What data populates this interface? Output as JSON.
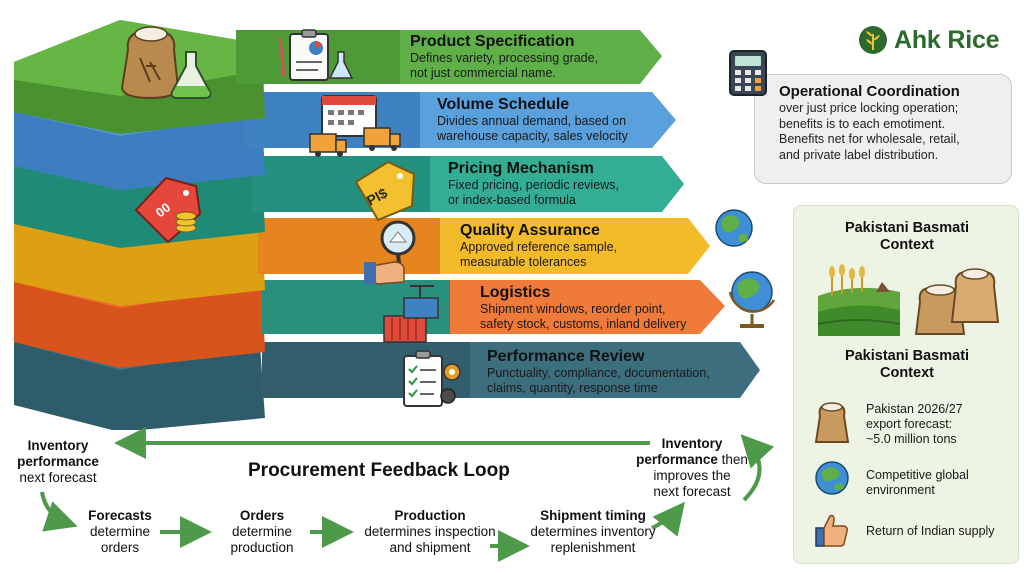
{
  "brand": {
    "name": "Ahk Rice"
  },
  "layers": [
    {
      "title": "Product Specification",
      "desc_lines": [
        "Defines variety, processing grade,",
        "not just commercial name."
      ],
      "color": "#5aa83c"
    },
    {
      "title": "Volume Schedule",
      "desc_lines": [
        "Divides annual demand, based on",
        "warehouse capacity, sales velocity"
      ],
      "color": "#4d8fd0"
    },
    {
      "title": "Pricing Mechanism",
      "desc_lines": [
        "Fixed pricing, periodic reviews,",
        "or index-based formula"
      ],
      "color": "#2aa38c"
    },
    {
      "title": "Quality Assurance",
      "desc_lines": [
        "Approved reference sample,",
        "measurable tolerances"
      ],
      "color": "#f0b41c"
    },
    {
      "title": "Logistics",
      "desc_lines": [
        "Shipment windows, reorder point,",
        "safety stock, customs, inland delivery"
      ],
      "color": "#f06a2a"
    },
    {
      "title": "Performance Review",
      "desc_lines": [
        "Punctuality, compliance, documentation,",
        "claims, quantity, response time"
      ],
      "color": "#3c6e7e"
    }
  ],
  "operational": {
    "title": "Operational Coordination",
    "lines": [
      "over just price locking operation;",
      "benefits is to each emotiment.",
      "Benefits net for wholesale, retail,",
      "and private label distribution."
    ]
  },
  "context": {
    "heading1_lines": [
      "Pakistani Basmati",
      "Context"
    ],
    "heading2_lines": [
      "Pakistani Basmati",
      "Context"
    ],
    "items": [
      {
        "lines": [
          "Pakistan 2026/27",
          "export forecast:",
          "~5.0 million tons"
        ]
      },
      {
        "lines": [
          "Competitive global",
          "environment"
        ]
      },
      {
        "lines": [
          "Return of Indian supply"
        ]
      }
    ]
  },
  "loop": {
    "title": "Procurement Feedback Loop",
    "left_top": {
      "bold_lines": [
        "Inventory",
        "performance"
      ],
      "lines": [
        "next forecast"
      ]
    },
    "right_top": {
      "bold_lines": [
        "Inventory"
      ],
      "mixed_bold": "performance",
      "mixed_rest": " then",
      "lines": [
        "improves the",
        "next forecast"
      ]
    },
    "steps": [
      {
        "bold": "Forecasts",
        "lines": [
          "determine",
          "orders"
        ]
      },
      {
        "bold": "Orders",
        "lines": [
          "determine",
          "production"
        ]
      },
      {
        "bold": "Production",
        "lines": [
          "determines inspection",
          "and shipment"
        ]
      },
      {
        "bold": "Shipment timing",
        "lines": [
          "determines inventory",
          "replenishment"
        ]
      }
    ]
  }
}
